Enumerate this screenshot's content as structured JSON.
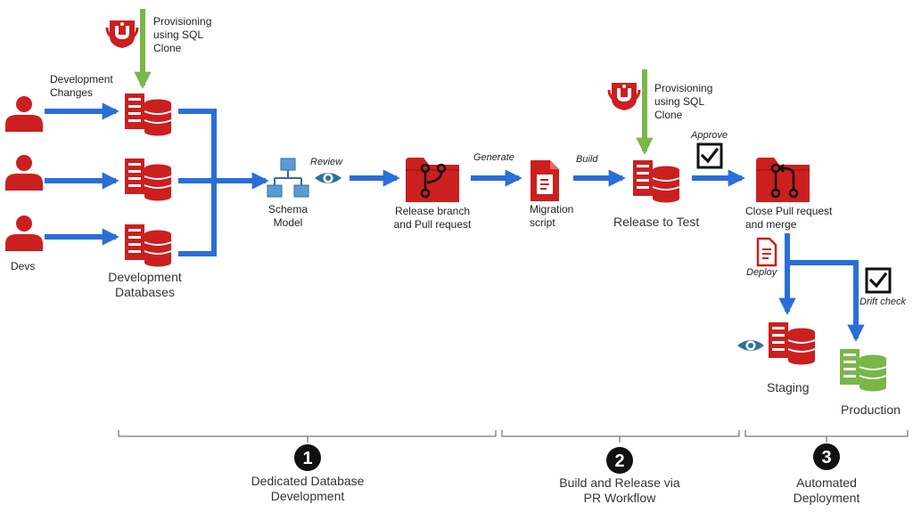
{
  "colors": {
    "red": "#cc1f1f",
    "blue": "#2a6ed9",
    "green": "#7ab648",
    "dark": "#111111"
  },
  "icons": [
    "person-icon",
    "database-server-icon",
    "sql-clone-icon",
    "schema-model-icon",
    "eye-icon",
    "branch-folder-icon",
    "migration-script-icon",
    "checkbox-icon",
    "pull-request-folder-icon",
    "document-icon",
    "production-database-icon"
  ],
  "labels": {
    "dev_changes": "Development\nChanges",
    "devs": "Devs",
    "provisioning_1": "Provisioning\nusing SQL\nClone",
    "provisioning_2": "Provisioning\nusing SQL\nClone",
    "dev_databases": "Development\nDatabases",
    "review": "Review",
    "schema_model": "Schema\nModel",
    "generate": "Generate",
    "release_branch": "Release branch\nand Pull request",
    "build": "Build",
    "migration_script": "Migration\nscript",
    "approve": "Approve",
    "release_to_test": "Release to Test",
    "close_pr": "Close Pull request\nand merge",
    "deploy": "Deploy",
    "drift_check": "Drift check",
    "staging": "Staging",
    "production": "Production"
  },
  "stages": [
    {
      "number": "1",
      "title": "Dedicated Database\nDevelopment"
    },
    {
      "number": "2",
      "title": "Build and Release via\nPR Workflow"
    },
    {
      "number": "3",
      "title": "Automated\nDeployment"
    }
  ]
}
